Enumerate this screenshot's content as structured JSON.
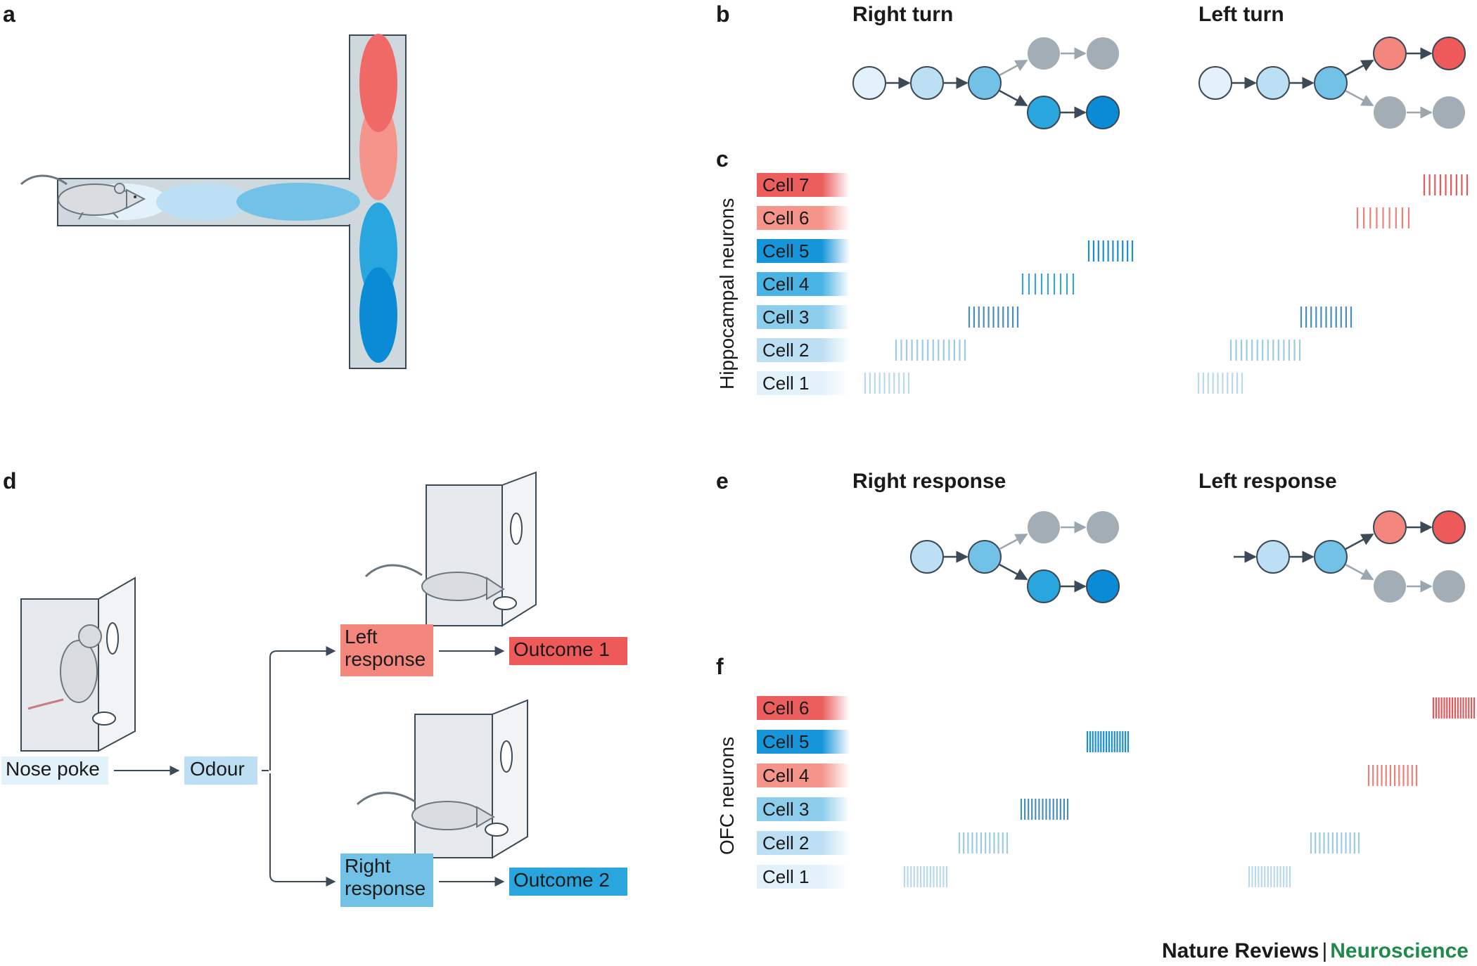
{
  "panels": {
    "a": "a",
    "b": "b",
    "c": "c",
    "d": "d",
    "e": "e",
    "f": "f"
  },
  "panel_b": {
    "title_right": "Right turn",
    "title_left": "Left turn"
  },
  "panel_c": {
    "axis_label": "Hippocampal neurons",
    "cells": [
      "Cell 7",
      "Cell 6",
      "Cell 5",
      "Cell 4",
      "Cell 3",
      "Cell 2",
      "Cell 1"
    ]
  },
  "panel_d": {
    "nose_poke": "Nose poke",
    "odour": "Odour",
    "left_response": "Left response",
    "right_response": "Right response",
    "outcome_1": "Outcome 1",
    "outcome_2": "Outcome 2"
  },
  "panel_e": {
    "title_right": "Right response",
    "title_left": "Left response"
  },
  "panel_f": {
    "axis_label": "OFC neurons",
    "cells": [
      "Cell 6",
      "Cell 5",
      "Cell 4",
      "Cell 3",
      "Cell 2",
      "Cell 1"
    ]
  },
  "footer": {
    "journal": "Nature Reviews",
    "separator": "|",
    "subject": "Neuroscience"
  },
  "colors": {
    "blue_1": "#e3f1fb",
    "blue_2": "#bddff4",
    "blue_3": "#72c2e7",
    "blue_4": "#2aa6df",
    "blue_5": "#0a8bd6",
    "red_1": "#f3877d",
    "red_2": "#ee5a5a",
    "grey_node": "#a3adb5",
    "arrow": "#3b4a56",
    "arrow_grey": "#9aa6b0",
    "maze_fill": "#cfd8dc",
    "accent_green": "#1f8a4c"
  }
}
